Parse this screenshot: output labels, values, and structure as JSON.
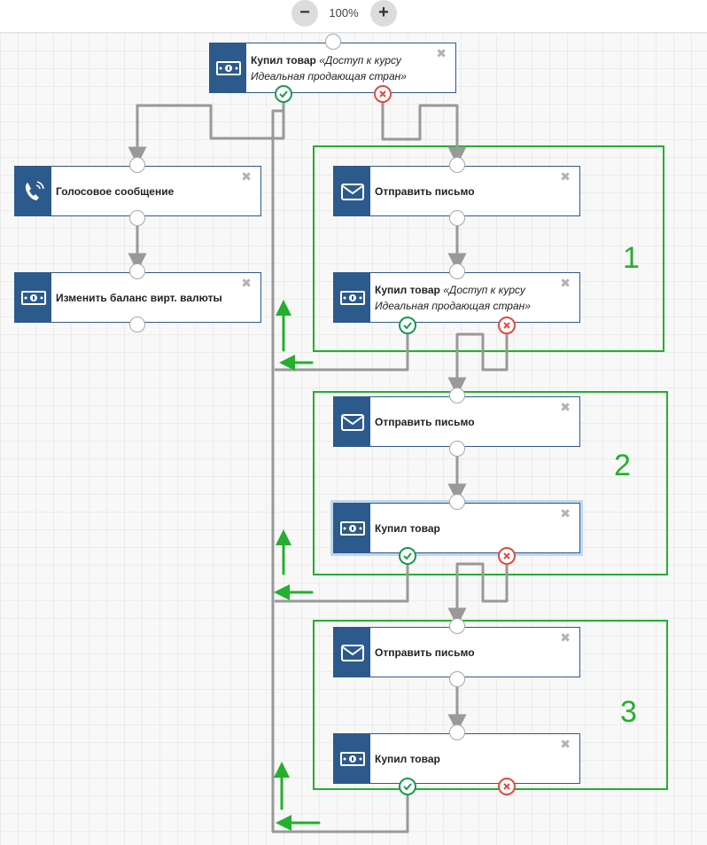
{
  "toolbar": {
    "zoom_out": "−",
    "zoom_level": "100%",
    "zoom_in": "+"
  },
  "nodes": {
    "start_purchase": {
      "title": "Купил товар",
      "subtitle": "«Доступ к курсу",
      "subtitle2": "Идеальная продающая стран»"
    },
    "voice": {
      "title": "Голосовое сообщение"
    },
    "balance": {
      "title": "Изменить баланс вирт. валюты"
    },
    "email1": {
      "title": "Отправить письмо"
    },
    "purchase1": {
      "title": "Купил товар",
      "subtitle": "«Доступ к курсу",
      "subtitle2": "Идеальная продающая стран»"
    },
    "email2": {
      "title": "Отправить письмо"
    },
    "purchase2": {
      "title": "Купил товар"
    },
    "email3": {
      "title": "Отправить письмо"
    },
    "purchase3": {
      "title": "Купил товар"
    }
  },
  "close_glyph": "✖",
  "groups": [
    {
      "label": "1"
    },
    {
      "label": "2"
    },
    {
      "label": "3"
    }
  ],
  "colors": {
    "node_icon": "#2d5a8c",
    "yes": "#1b9950",
    "no": "#e04b3f",
    "group": "#22b02e",
    "wire": "#999999"
  },
  "icons": {
    "purchase": "money-icon",
    "voice": "phone-icon",
    "email": "envelope-icon"
  }
}
